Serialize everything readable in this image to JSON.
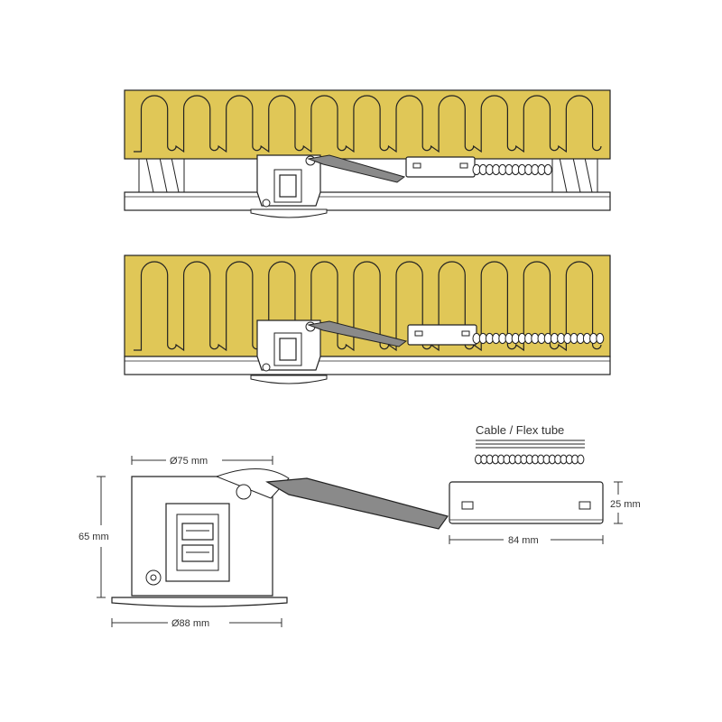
{
  "colors": {
    "insulation": "#e0c757",
    "line": "#222222",
    "cable": "#8a8a8a",
    "background": "#ffffff"
  },
  "scenes": [
    {
      "id": "installed-wavy-insulation",
      "coil_count": 11
    },
    {
      "id": "installed-loop-insulation",
      "coil_count": 11
    }
  ],
  "legend": {
    "cable_label": "Cable / Flex tube"
  },
  "dimensions": {
    "top_diameter": "Ø75 mm",
    "bottom_diameter": "Ø88 mm",
    "height": "65 mm",
    "driver_length": "84 mm",
    "driver_height": "25 mm"
  }
}
